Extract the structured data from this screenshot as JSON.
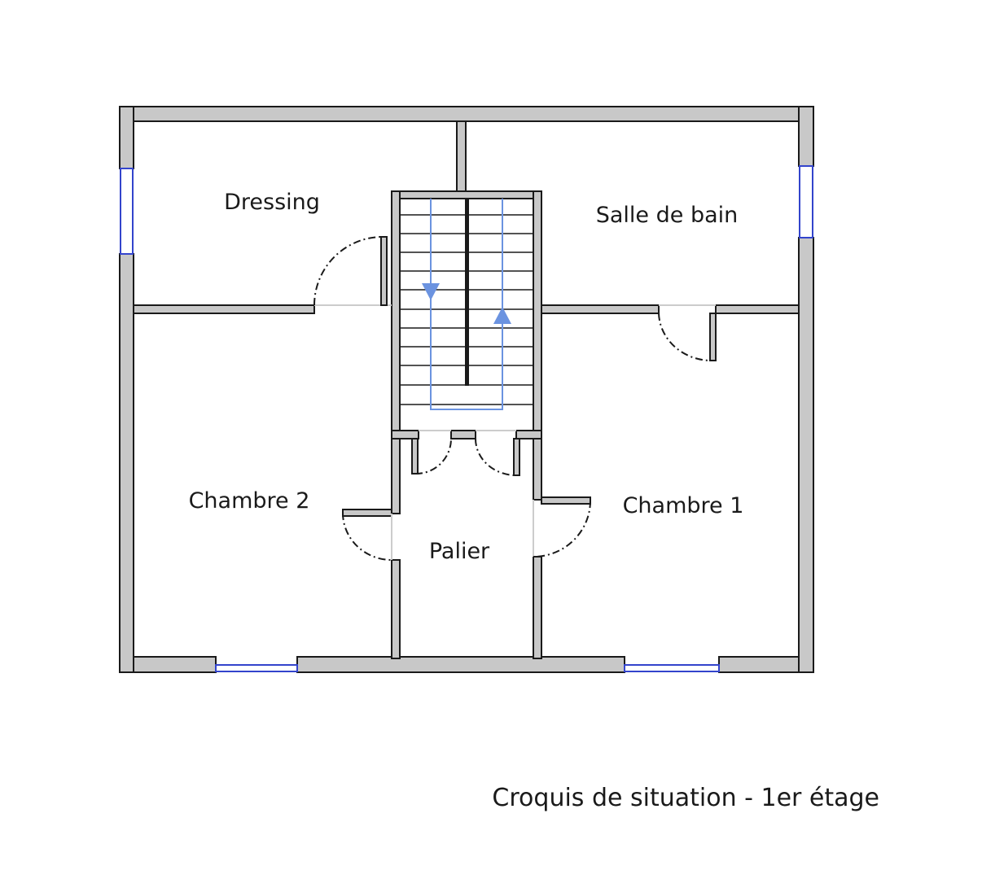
{
  "rooms": {
    "dressing": "Dressing",
    "salle_de_bain": "Salle de bain",
    "chambre_2": "Chambre 2",
    "chambre_1": "Chambre 1",
    "palier": "Palier"
  },
  "caption": "Croquis de situation - 1er étage",
  "colors": {
    "wall_fill": "#c8c8c8",
    "wall_stroke": "#1a1a1a",
    "window": "#3344cc",
    "stair_arrow": "#6b93e0",
    "door_swing": "#1a1a1a",
    "opening_line": "#cccccc"
  }
}
